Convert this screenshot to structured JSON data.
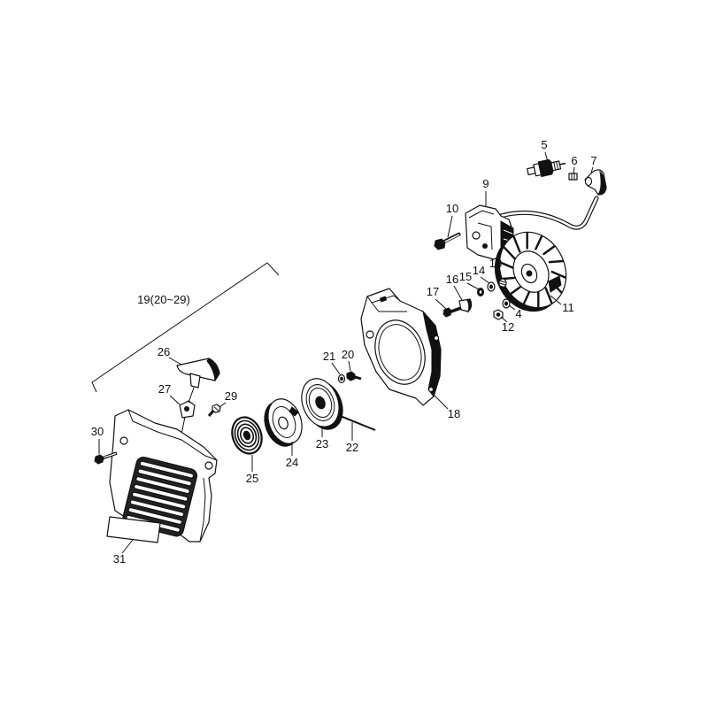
{
  "colors": {
    "line": "#111111",
    "background": "#ffffff"
  },
  "diagram": {
    "callouts": {
      "part_4": "4",
      "part_5": "5",
      "part_6": "6",
      "part_7": "7",
      "part_9": "9",
      "part_10": "10",
      "part_11": "11",
      "part_12": "12",
      "part_13": "13",
      "part_14": "14",
      "part_15": "15",
      "part_16": "16",
      "part_17": "17",
      "part_18": "18",
      "part_19": "19(20~29)",
      "part_20": "20",
      "part_21": "21",
      "part_22": "22",
      "part_23": "23",
      "part_24": "24",
      "part_25": "25",
      "part_26": "26",
      "part_27": "27",
      "part_29": "29",
      "part_30": "30",
      "part_31": "31"
    }
  }
}
